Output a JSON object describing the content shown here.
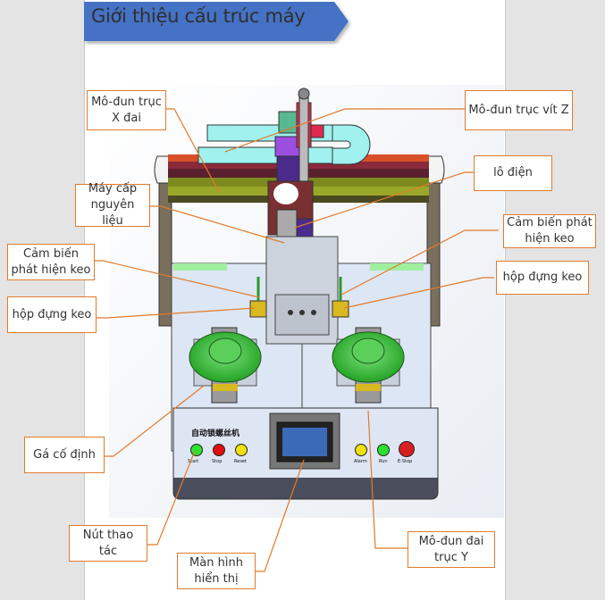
{
  "slide": {
    "title": "Giới thiệu cấu trúc máy",
    "banner_color": "#4472c4",
    "callout_border_color": "#e07b2c"
  },
  "callouts": {
    "x_axis_belt": "Mô-đun trục X đai",
    "z_axis_screw": "Mô-đun trục vít Z",
    "feeder": "Máy cấp nguyên liệu",
    "electric_batch": "lô điện",
    "glue_sensor_left": "Cảm biến phát hiện keo",
    "glue_sensor_right": "Cảm biến phát hiện keo",
    "glue_box_left": "hộp đựng keo",
    "glue_box_right": "hộp đựng keo",
    "fixture": "Gá cố định",
    "buttons": "Nút thao tác",
    "display": "Màn hình hiển thị",
    "y_axis_belt": "Mô-đun đai trục Y"
  },
  "machine": {
    "panel_label": "自动锁螺丝机",
    "left_buttons": [
      {
        "label": "Start",
        "color": "#2ee02e"
      },
      {
        "label": "Stop",
        "color": "#e01010"
      },
      {
        "label": "Reset",
        "color": "#f0e010"
      }
    ],
    "right_buttons": [
      {
        "label": "Alarm",
        "color": "#f0e010"
      },
      {
        "label": "Run",
        "color": "#2ee02e"
      },
      {
        "label": "E-Stop",
        "color": "#d82020"
      }
    ]
  }
}
